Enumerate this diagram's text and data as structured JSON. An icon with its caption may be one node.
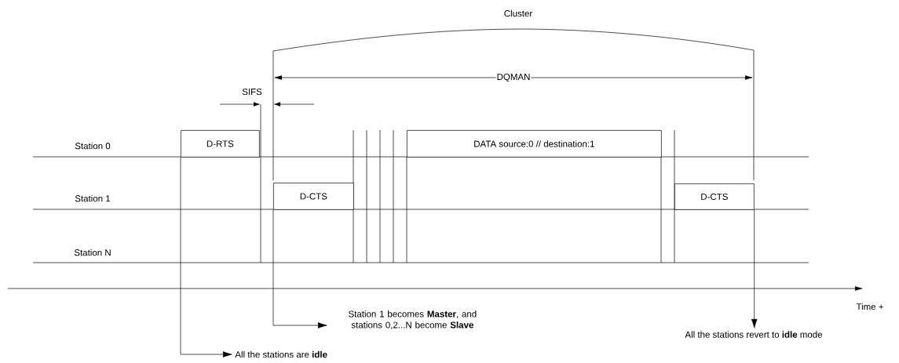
{
  "diagram": {
    "nodes": [
      {
        "text": [
          "D-RTS"
        ]
      },
      {
        "text": [
          "D-CTS"
        ]
      },
      {
        "text": [
          "DATA source:0 // destination:1"
        ]
      },
      {
        "text": [
          "D-CTS"
        ]
      },
      {
        "text": [
          "Station 1 becomes **Master**, and stations 0,2...N become **Slave**"
        ]
      },
      {
        "text": [
          "All the stations are **idle**"
        ]
      },
      {
        "text": [
          "All the stations revert to **idle** mode"
        ]
      }
    ],
    "edges": [
      {
        "from": 0,
        "to": 5,
        "arrow": "to"
      },
      {
        "from": 1,
        "to": 4,
        "arrow": "to"
      },
      {
        "from": 3,
        "to": 6,
        "arrow": "to"
      }
    ],
    "labels": [
      "Cluster",
      "DQMAN",
      "SIFS",
      "Station 0",
      "Station 1",
      "Station N",
      "Time +"
    ]
  }
}
